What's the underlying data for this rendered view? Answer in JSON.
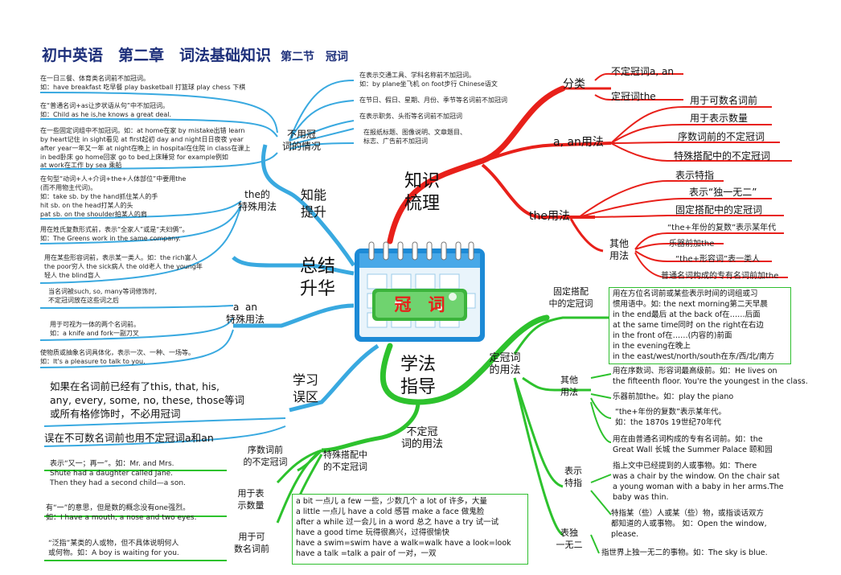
{
  "title": {
    "main": "初中英语　第二章　词法基础知识",
    "sub": "第二节　冠词"
  },
  "center": {
    "label": "冠　词"
  },
  "branches": {
    "knowledge": {
      "label": "知识\n梳理"
    },
    "method": {
      "label": "学法\n指导"
    },
    "summary": {
      "label": "总结\n升华"
    },
    "ability": {
      "label": "知能\n提升"
    },
    "mistake": {
      "label": "学习\n误区"
    }
  },
  "knowledge": {
    "classify": "分类",
    "indef": "不定冠词a, an",
    "def": "定冠词the",
    "a_an_use": "a, an用法",
    "a_an_items": [
      "用于可数名词前",
      "用于表示数量",
      "序数词前的不定冠词",
      "特殊搭配中的不定冠词"
    ],
    "the_use": "the用法",
    "the_items": [
      "表示特指",
      "表示“独一无二”",
      "固定搭配中的定冠词"
    ],
    "other_use": "其他\n用法",
    "other_items": [
      "“the+年份的复数”表示某年代",
      "乐器前加the",
      "“the+形容词”表一类人",
      "普通名词构成的专有名词前加the"
    ]
  },
  "no_article": {
    "label": "不用冠\n词的情况",
    "right": [
      [
        "在表示交通工具、学科名称前不加冠词。",
        "如：by plane坐飞机  on foot步行  Chinese语文"
      ],
      [
        "在节日、假日、星期、月份、季节等名词前不加冠词"
      ],
      [
        "在表示职务、头衔等名词前不加冠词"
      ],
      [
        "在报纸标题、图像说明、文章题目、",
        "标志、广告前不加冠词"
      ]
    ],
    "left": [
      [
        "在一日三餐、体育类名词前不加冠词。",
        "如：have breakfast 吃早餐   play basketball 打篮球      play chess 下棋"
      ],
      [
        "在“普通名词+as让步状语从句”中不加冠词。",
        "如：Child as he is,he knows a great deal."
      ],
      [
        "在一些固定词组中不加冠词。如：at home在家  by mistake出错   learn",
        "by heart记住   in sight看见   at first起初   day and night日日夜夜   year",
        "after year一年又一年   at night在晚上  in hospital在住院  in class在课上",
        "in bed卧床   go home回家   go to bed上床睡觉   for example例如",
        "at work在工作   by sea 乘船"
      ]
    ]
  },
  "the_special": {
    "label": "the的\n特殊用法",
    "items": [
      [
        "在句型“动词+人+介词+the+人体部位”中要用the",
        "(而不用物主代词)。",
        "如：take sb. by the hand抓住某人的手",
        "       hit sb. on the head打某人的头",
        "       pat sb. on the shoulder拍某人的肩"
      ],
      [
        "用在姓氏复数形式前，表示“全家人”或是“夫妇俩”。",
        "如：The Greens work in the same company."
      ],
      [
        "用在某些形容词前，表示某一类人。如：the rich富人",
        "the poor穷人   the sick病人   the old老人   the young年",
        "轻人   the blind盲人"
      ]
    ]
  },
  "a_an_special": {
    "label": "a  an\n特殊用法",
    "items": [
      [
        "当名词被such, so, many等词修饰时,",
        "不定冠词放在这些词之后"
      ],
      [
        "用于可视为一体的两个名词前。",
        "如：a knife and fork一副刀叉"
      ],
      [
        "使物质或抽象名词具体化，表示一次、一种、一场等。",
        "如：It's a pleasure to talk to you."
      ]
    ]
  },
  "mistake": {
    "items": [
      [
        "如果在名词前已经有了this, that, his,",
        "any, every, some, no, these, those等词",
        "或所有格修饰时，不必用冠词"
      ],
      [
        "误在不可数名词前也用不定冠词a和an"
      ]
    ]
  },
  "indef_use": {
    "label": "不定冠\n词的用法",
    "ordinal": {
      "label": "序数词前\n的不定冠词",
      "text": [
        "表示“又一；再一”。如：Mr. and Mrs.",
        "Shute had a daughter called Jane.",
        "Then they had a second child—a son."
      ]
    },
    "quantity": {
      "label": "用于表\n示数量",
      "text": [
        "有“一”的意思，但是数的概念没有one强烈。",
        "如：I have a mouth, a nose and two eyes."
      ]
    },
    "countable": {
      "label": "用于可\n数名词前",
      "text": [
        "“泛指”某类的人或物，但不具体说明何人",
        "  或何物。如：A boy is waiting for you."
      ]
    },
    "special": {
      "label": "特殊搭配中\n的不定冠词",
      "text": [
        "a bit 一点儿       a few 一些，少数几个    a lot of 许多，大量",
        "a little 一点儿     have a cold 感冒         make a face  做鬼脸",
        "after a while 过一会儿     in a word 总之     have a try 试一试",
        "have a good time 玩得很高兴，过得很愉快",
        "have a swim=swim     have a walk=walk    have a look=look",
        "have a talk =talk    a pair of 一对，一双"
      ]
    }
  },
  "def_use": {
    "label": "定冠词\n的用法",
    "fixed": {
      "label": "固定搭配\n中的定冠词",
      "text": [
        "用在方位名词前或某些表示时间的词组或习",
        "惯用语中。如: the next morning第二天早晨",
        "in the end最后    at the back of在……后面",
        "at the same time同时   on the right在右边",
        "in the front of在……(内容的)前面",
        "in the evening在晚上",
        "in the east/west/north/south在东/西/北/南方"
      ]
    },
    "other": {
      "label": "其他\n用法",
      "items": [
        [
          "用在序数词、形容词最高级前。如：He lives on",
          "the fifteenth floor. You're the youngest in the class."
        ],
        [
          "乐器前加the。如：play the piano"
        ],
        [
          "“the+年份的复数”表示某年代。",
          "如：the 1870s 19世纪70年代"
        ],
        [
          "用在由普通名词构成的专有名词前。如：the",
          "Great Wall 长城   the Summer Palace 颐和园"
        ]
      ]
    },
    "specific": {
      "label": "表示\n特指",
      "items": [
        [
          "指上文中已经提到的人或事物。如：There",
          "was a chair by the window. On the chair sat",
          "a young woman with a baby in her arms.The",
          "baby was thin."
        ],
        [
          "特指某（些）人或某（些）物，或指谈话双方",
          "都知道的人或事物。 如：Open the window,",
          "please."
        ]
      ]
    },
    "unique": {
      "label": "表独\n一无二",
      "text": [
        "指世界上独一无二的事物。如：The sky is blue."
      ]
    }
  },
  "colors": {
    "red": "#e8201a",
    "green": "#2dc22d",
    "blue": "#39a9e0",
    "title": "#1d2f7a"
  }
}
